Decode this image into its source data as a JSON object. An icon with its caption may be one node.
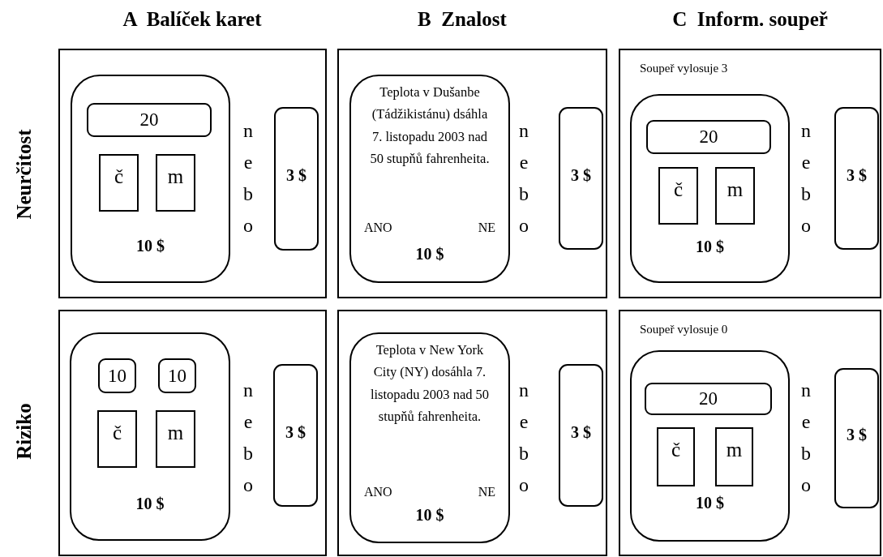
{
  "diagram": {
    "nodes": [
      {
        "text": [
          "nebo"
        ]
      },
      {
        "text": [
          "10 $"
        ],
        "in": 0
      },
      {
        "text": [
          "20"
        ],
        "in": 1
      },
      {
        "text": [
          "č"
        ],
        "in": 1
      },
      {
        "text": [
          "m"
        ],
        "in": 1
      },
      {
        "text": [
          "3 $"
        ],
        "in": 0
      },
      {
        "text": [
          "nebo"
        ]
      },
      {
        "text": [
          "Teplota v Dušanbe (Tádžikistánu) dsáhla 7. listopadu 2003 nad 50 stupňů fahrenheita.",
          "ANO",
          "NE",
          "10 $"
        ],
        "in": 6
      },
      {
        "text": [
          "3 $"
        ],
        "in": 6
      },
      {
        "text": [
          "Soupeř vylosuje 3",
          "nebo"
        ]
      },
      {
        "text": [
          "10 $"
        ],
        "in": 9
      },
      {
        "text": [
          "20"
        ],
        "in": 10
      },
      {
        "text": [
          "č"
        ],
        "in": 10
      },
      {
        "text": [
          "m"
        ],
        "in": 10
      },
      {
        "text": [
          "3 $"
        ],
        "in": 9
      },
      {
        "text": [
          "nebo"
        ]
      },
      {
        "text": [
          "10 $"
        ],
        "in": 15
      },
      {
        "text": [
          "10"
        ],
        "in": 16
      },
      {
        "text": [
          "10"
        ],
        "in": 16
      },
      {
        "text": [
          "č"
        ],
        "in": 16
      },
      {
        "text": [
          "m"
        ],
        "in": 16
      },
      {
        "text": [
          "3 $"
        ],
        "in": 15
      },
      {
        "text": [
          "nebo"
        ]
      },
      {
        "text": [
          "Teplota v New York City (NY) dosáhla 7. listopadu 2003 nad 50 stupňů fahrenheita.",
          "ANO",
          "NE",
          "10 $"
        ],
        "in": 22
      },
      {
        "text": [
          "3 $"
        ],
        "in": 22
      },
      {
        "text": [
          "Soupeř vylosuje 0",
          "nebo"
        ]
      },
      {
        "text": [
          "10 $"
        ],
        "in": 25
      },
      {
        "text": [
          "20"
        ],
        "in": 26
      },
      {
        "text": [
          "č"
        ],
        "in": 26
      },
      {
        "text": [
          "m"
        ],
        "in": 26
      },
      {
        "text": [
          "3 $"
        ],
        "in": 25
      }
    ],
    "labels": [
      "A  Balíček karet",
      "B  Znalost",
      "C  Inform. soupeř",
      "Neurčitost",
      "Riziko"
    ]
  }
}
